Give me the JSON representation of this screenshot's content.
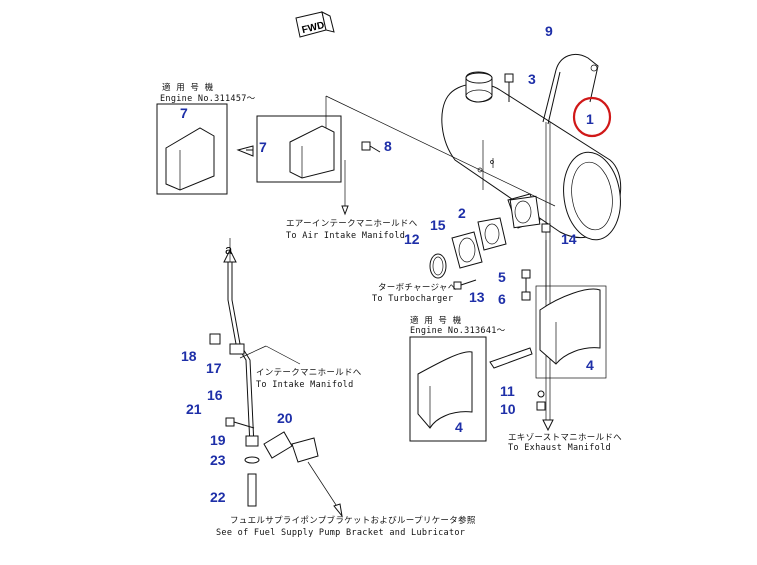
{
  "fwd_mark": "FWD",
  "arrow_mark": "a",
  "callouts": {
    "c1": "1",
    "c2": "2",
    "c3": "3",
    "c4a": "4",
    "c4b": "4",
    "c5": "5",
    "c6": "6",
    "c7a": "7",
    "c7b": "7",
    "c8": "8",
    "c9": "9",
    "c10": "10",
    "c11": "11",
    "c12": "12",
    "c13": "13",
    "c14": "14",
    "c15": "15",
    "c16": "16",
    "c17": "17",
    "c18": "18",
    "c19": "19",
    "c20": "20",
    "c21": "21",
    "c22": "22",
    "c23": "23"
  },
  "notes": {
    "serial_a_jp": "適 用 号 機",
    "serial_a": "Engine No.311457～",
    "serial_b_jp": "適 用 号 機",
    "serial_b": "Engine No.313641～",
    "air_intake_jp": "エアーインテークマニホールドへ",
    "air_intake": "To Air Intake Manifold",
    "turbo_jp": "ターボチャージャへ",
    "turbo": "To Turbocharger",
    "intake_jp": "インテークマニホールドへ",
    "intake": "To Intake Manifold",
    "exhaust_jp": "エキゾーストマニホールドへ",
    "exhaust": "To Exhaust Manifold",
    "fuel_jp": "フュエルサプライポンプブラケットおよびループリケータ参照",
    "fuel": "See of Fuel Supply Pump Bracket and Lubricator"
  },
  "colors": {
    "callout": "#1e2fa8",
    "highlight": "#d01818",
    "line": "#111111"
  }
}
